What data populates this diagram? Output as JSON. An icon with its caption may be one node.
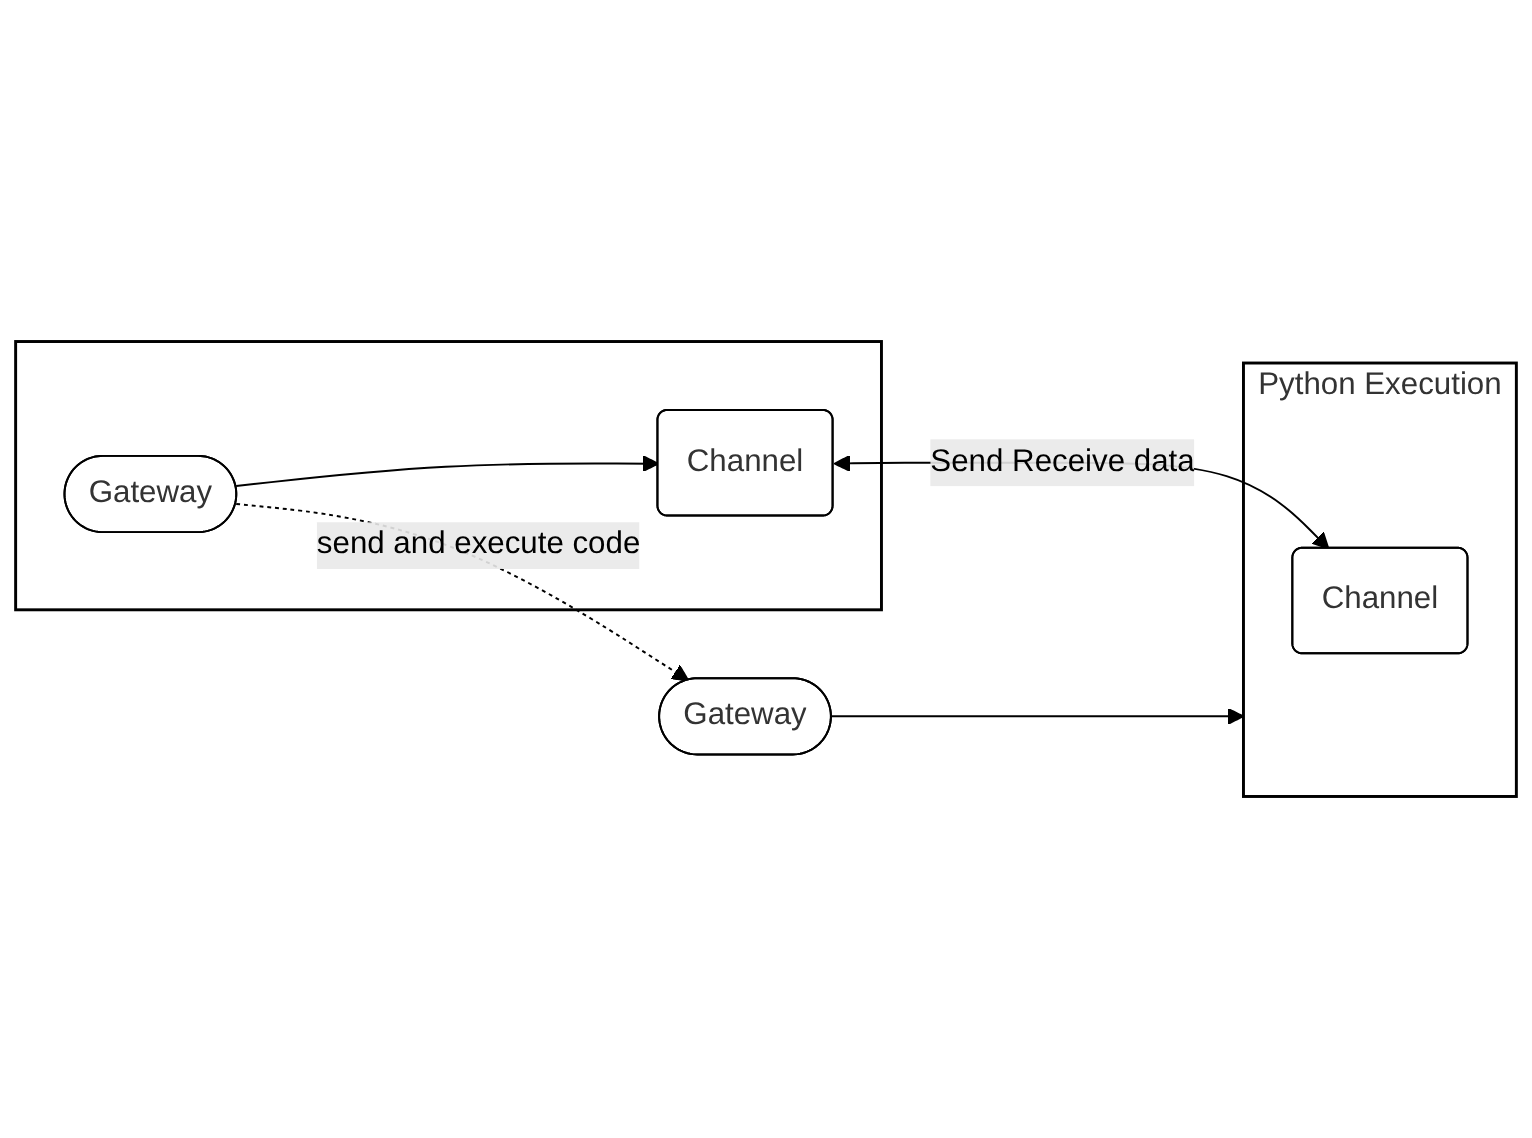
{
  "diagram": {
    "nodes": [
      {
        "text": [],
        "shape": "box"
      },
      {
        "text": [
          "Gateway"
        ],
        "in": 0
      },
      {
        "text": [
          "Channel"
        ],
        "in": 0
      },
      {
        "text": [
          "Gateway"
        ]
      },
      {
        "text": [
          "Python Execution"
        ]
      },
      {
        "text": [
          "Channel"
        ],
        "in": 4
      }
    ],
    "edges": [
      {
        "from": 1,
        "to": 3,
        "arrow": "to",
        "label": "send and execute code",
        "style": "dashed"
      },
      {
        "from": 1,
        "to": 2,
        "arrow": "to"
      },
      {
        "from": 3,
        "to": 4,
        "arrow": "to"
      },
      {
        "from": 2,
        "to": 5,
        "arrow": "both",
        "label": "Send Receive data"
      }
    ]
  }
}
